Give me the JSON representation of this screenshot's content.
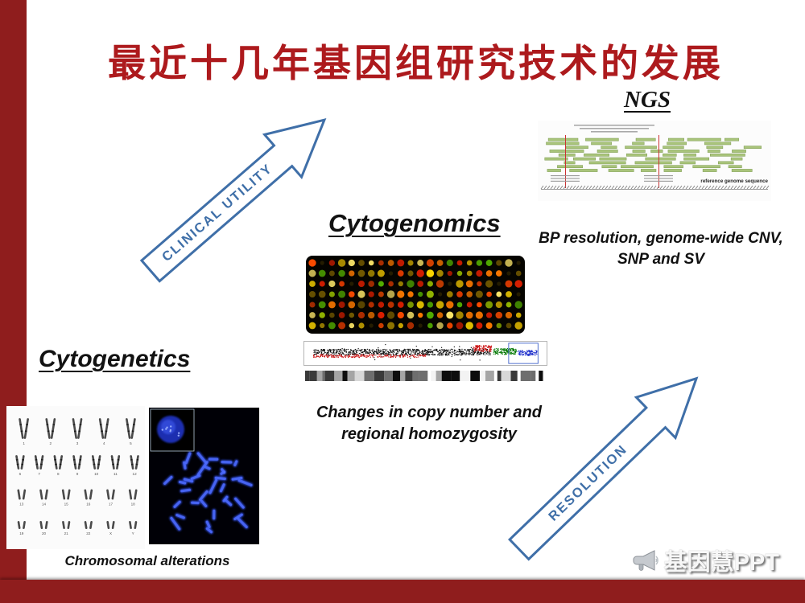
{
  "slide": {
    "title": "最近十几年基因组研究技术的发展"
  },
  "sections": {
    "cytogenetics": {
      "heading": "Cytogenetics",
      "caption": "Chromosomal alterations",
      "karyotype_labels": [
        [
          "1",
          "2",
          "3",
          "4",
          "5"
        ],
        [
          "6",
          "7",
          "8",
          "9",
          "10",
          "11",
          "12"
        ],
        [
          "13",
          "14",
          "15",
          "16",
          "17",
          "18"
        ],
        [
          "19",
          "20",
          "21",
          "22",
          "X",
          "Y"
        ]
      ]
    },
    "cytogenomics": {
      "heading": "Cytogenomics",
      "caption": "Changes in copy number and regional homozygosity"
    },
    "ngs": {
      "heading": "NGS",
      "caption": "BP resolution, genome-wide CNV, SNP and SV",
      "figure_label": "reference genome sequence"
    }
  },
  "arrows": {
    "clinical_utility": "CLINICAL UTILITY",
    "resolution": "RESOLUTION"
  },
  "watermark": {
    "text": "基因慧PPT",
    "icon": "megaphone-icon"
  },
  "colors": {
    "accent_red": "#8f1d1d",
    "title_red": "#ad1a1d",
    "arrow_blue": "#3f6fa8"
  }
}
